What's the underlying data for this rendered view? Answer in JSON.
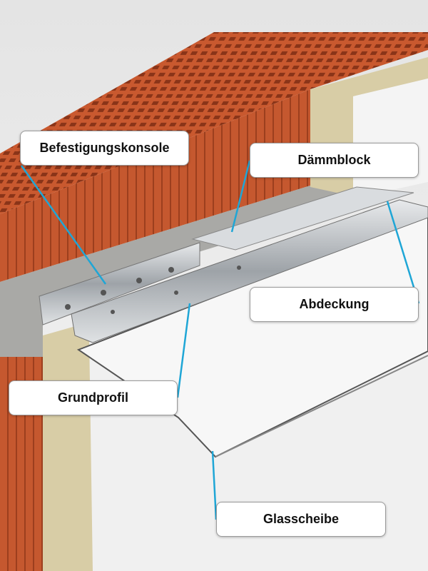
{
  "labels": {
    "bracket": "Befestigungskonsole",
    "insulation_block": "Dämmblock",
    "cover": "Abdeckung",
    "base_profile": "Grundprofil",
    "glass_pane": "Glasscheibe"
  },
  "colors": {
    "leader_line": "#1fa6d6",
    "brick": "#c5582f",
    "concrete": "#a9a9a6",
    "insulation": "#d8cda6",
    "panel": "#f2f2f2",
    "steel": "#b8bcc0"
  }
}
